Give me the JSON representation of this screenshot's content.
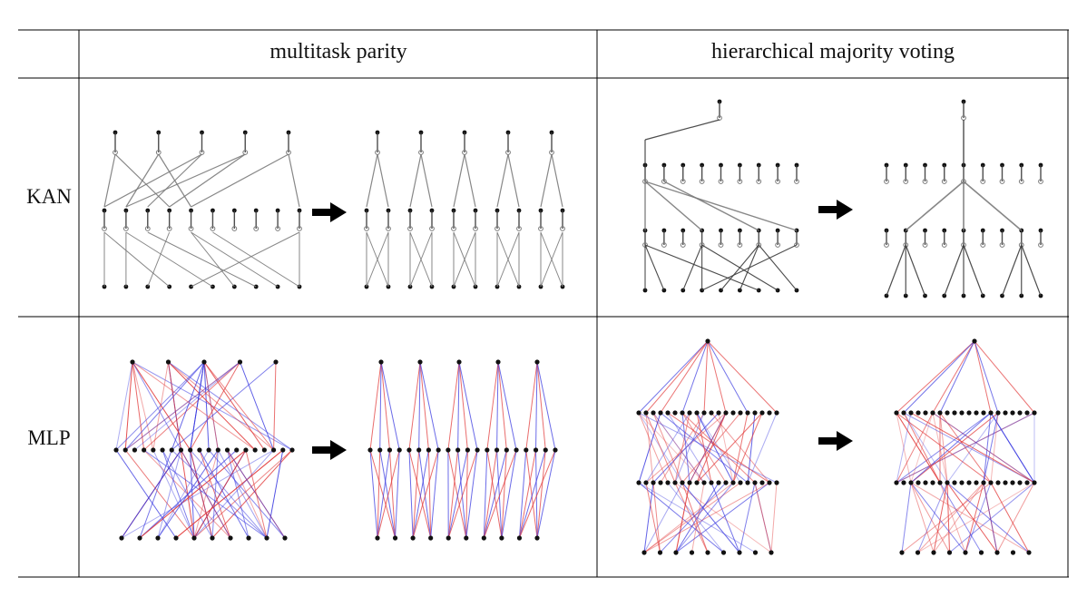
{
  "table": {
    "column_headers": [
      "multitask parity",
      "hierarchical majority voting"
    ],
    "row_labels": [
      "KAN",
      "MLP"
    ]
  },
  "colors": {
    "kan_edge": "#7a7a7a",
    "kan_edge_dark": "#3a3a3a",
    "node": "#111111",
    "mlp_positive": "#e23a3a",
    "mlp_negative": "#3a3ae0",
    "arrow": "#000000",
    "grid": "#000000"
  },
  "icons": [
    "right-arrow-icon"
  ],
  "panels": [
    {
      "row": "KAN",
      "task": "multitask parity",
      "stage": "before",
      "kind": "kan",
      "tree": "parity",
      "input_nodes": 10,
      "hidden_nodes": 10,
      "output_nodes": 5,
      "connected": "scrambled"
    },
    {
      "row": "KAN",
      "task": "multitask parity",
      "stage": "after",
      "kind": "kan",
      "tree": "parity",
      "input_nodes": 10,
      "hidden_nodes": 10,
      "output_nodes": 5,
      "connected": "modular"
    },
    {
      "row": "KAN",
      "task": "hierarchical majority voting",
      "stage": "before",
      "kind": "kan",
      "tree": "voting",
      "input_nodes": 9,
      "hidden_nodes": 9,
      "output_nodes": 1,
      "connected": "scrambled"
    },
    {
      "row": "KAN",
      "task": "hierarchical majority voting",
      "stage": "after",
      "kind": "kan",
      "tree": "voting",
      "input_nodes": 9,
      "hidden_nodes": 9,
      "output_nodes": 1,
      "connected": "modular"
    },
    {
      "row": "MLP",
      "task": "multitask parity",
      "stage": "before",
      "kind": "mlp",
      "tree": "parity",
      "input_nodes": 10,
      "hidden_nodes": 20,
      "output_nodes": 5,
      "connected": "scrambled"
    },
    {
      "row": "MLP",
      "task": "multitask parity",
      "stage": "after",
      "kind": "mlp",
      "tree": "parity",
      "input_nodes": 10,
      "hidden_nodes": 20,
      "output_nodes": 5,
      "connected": "modular"
    },
    {
      "row": "MLP",
      "task": "hierarchical majority voting",
      "stage": "before",
      "kind": "mlp",
      "tree": "voting",
      "input_nodes": 9,
      "hidden_nodes": 20,
      "output_nodes": 1,
      "connected": "scrambled"
    },
    {
      "row": "MLP",
      "task": "hierarchical majority voting",
      "stage": "after",
      "kind": "mlp",
      "tree": "voting",
      "input_nodes": 9,
      "hidden_nodes": 20,
      "output_nodes": 1,
      "connected": "modular"
    }
  ]
}
